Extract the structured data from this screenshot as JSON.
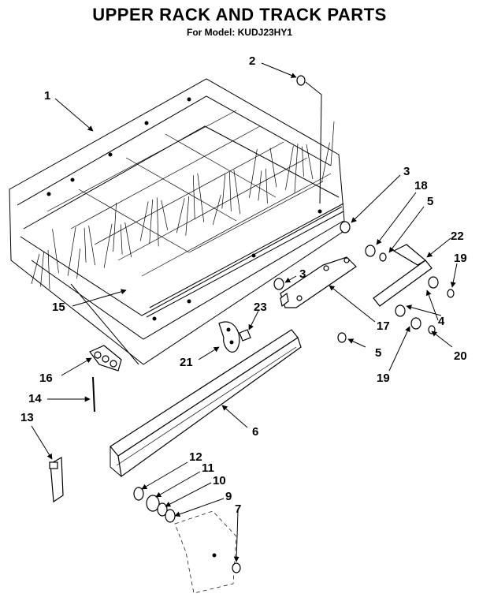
{
  "header": {
    "title": "UPPER RACK AND TRACK PARTS",
    "model_line": "For Model: KUDJ23HY1"
  },
  "callouts": [
    "1",
    "2",
    "3",
    "18",
    "5",
    "22",
    "19",
    "3",
    "23",
    "17",
    "4",
    "15",
    "21",
    "5",
    "20",
    "19",
    "16",
    "14",
    "6",
    "13",
    "12",
    "11",
    "10",
    "9",
    "7"
  ]
}
